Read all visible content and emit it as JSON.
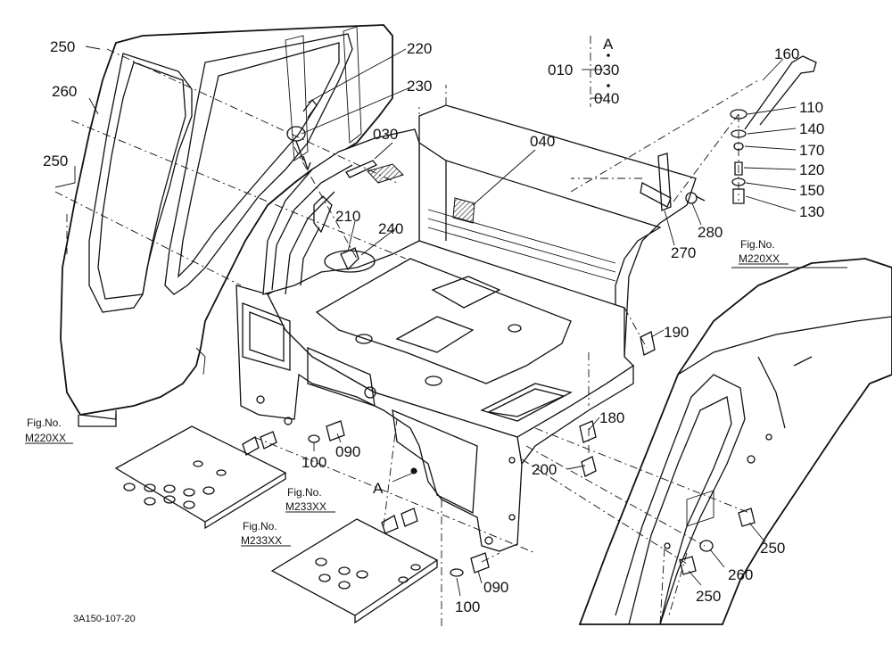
{
  "diagram": {
    "part_labels": {
      "p250_top": "250",
      "p260_top": "260",
      "p250_mid": "250",
      "p220": "220",
      "p230": "230",
      "p030": "030",
      "p040": "040",
      "p210": "210",
      "p240": "240",
      "p160": "160",
      "p110": "110",
      "p140": "140",
      "p170": "170",
      "p120": "120",
      "p150": "150",
      "p130": "130",
      "p280": "280",
      "p270": "270",
      "p190": "190",
      "p180": "180",
      "p200": "200",
      "p100_a": "100",
      "p090_a": "090",
      "p100_b": "100",
      "p090_b": "090",
      "p250_r1": "250",
      "p260_r": "260",
      "p250_r2": "250"
    },
    "tree": {
      "head": "A",
      "root": "010",
      "children": [
        "030",
        "040"
      ]
    },
    "ref_a": "A",
    "fig_refs": {
      "left_title": "Fig.No.",
      "left_code": "M220XX",
      "right_title": "Fig.No.",
      "right_code": "M220XX",
      "bottom1_title": "Fig.No.",
      "bottom1_code": "M233XX",
      "bottom2_title": "Fig.No.",
      "bottom2_code": "M233XX"
    },
    "drawing_code": "3A150-107-20"
  }
}
